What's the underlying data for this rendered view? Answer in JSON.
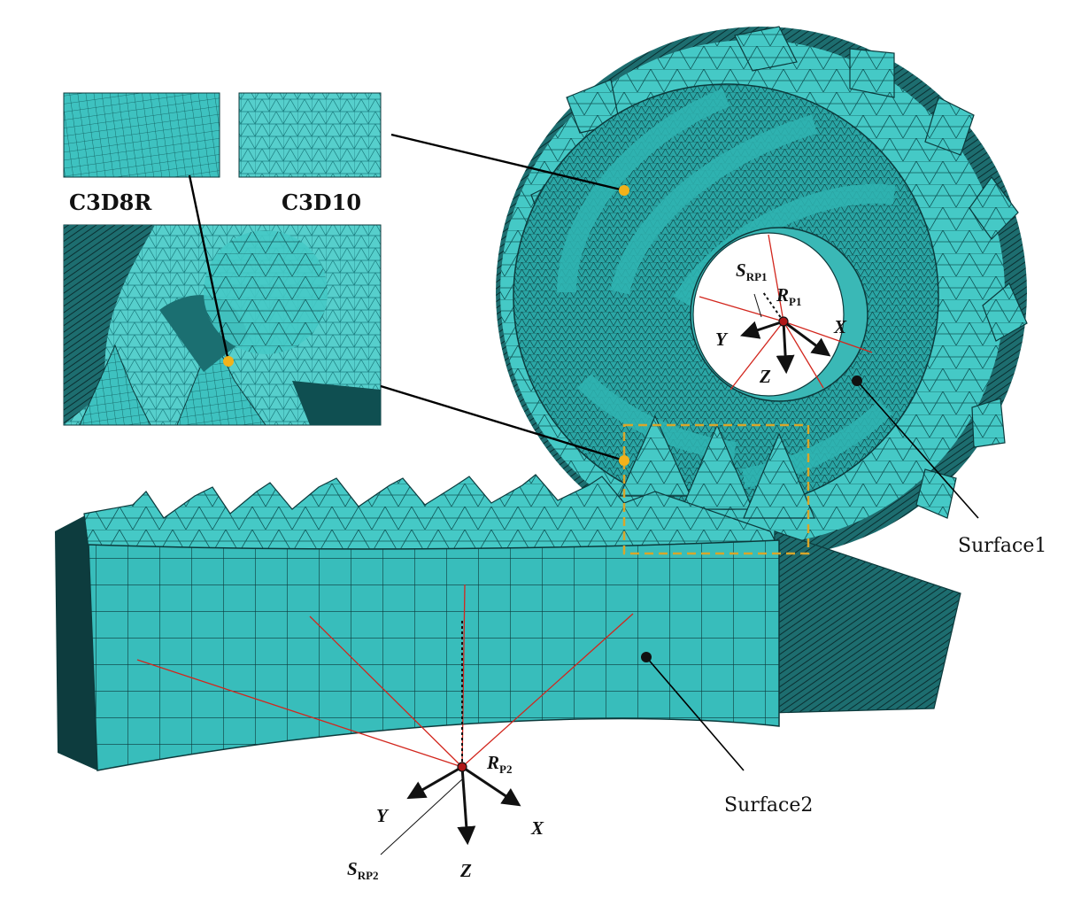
{
  "colors": {
    "mesh_fill": "#3ec2c0",
    "mesh_dark": "#1f7f80",
    "mesh_line": "#0c3a3c",
    "shadow": "#0a2f31",
    "csys_red": "#d2261d",
    "marker_yellow": "#f2b21b",
    "dashed_box": "#d9a62a",
    "leader": "#000000"
  },
  "mesh_samples": {
    "c3d8r": "C3D8R",
    "c3d10": "C3D10"
  },
  "surfaces": {
    "surface1": "Surface1",
    "surface2": "Surface2"
  },
  "ref_point_1": {
    "r_main": "R",
    "r_sub": "P1",
    "s_main": "S",
    "s_sub": "RP1",
    "axis_x": "X",
    "axis_y": "Y",
    "axis_z": "Z"
  },
  "ref_point_2": {
    "r_main": "R",
    "r_sub": "P2",
    "s_main": "S",
    "s_sub": "RP2",
    "axis_x": "X",
    "axis_y": "Y",
    "axis_z": "Z"
  }
}
